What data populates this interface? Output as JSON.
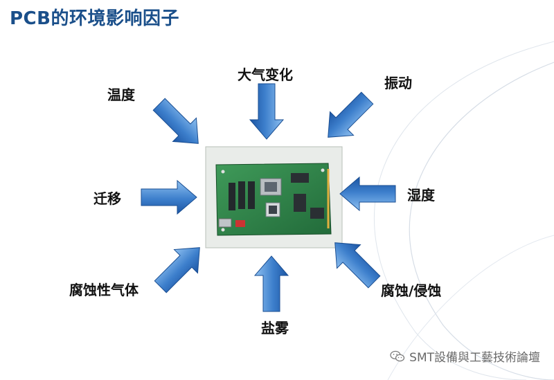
{
  "title": "PCB的环境影响因子",
  "factors": {
    "temperature": "温度",
    "atmosphere": "大气变化",
    "vibration": "振动",
    "migration": "迁移",
    "humidity": "湿度",
    "corrosive_gas": "腐蚀性气体",
    "salt_spray": "盐雾",
    "corrosion": "腐蚀/侵蚀"
  },
  "center_image": "pcb-board-photo",
  "watermark": "SMT設備與工藝技術論壇",
  "colors": {
    "title": "#1a4f8a",
    "arrow_light": "#7fb2e6",
    "arrow_dark": "#1f5fae",
    "pcb_green": "#2f8a4a"
  }
}
